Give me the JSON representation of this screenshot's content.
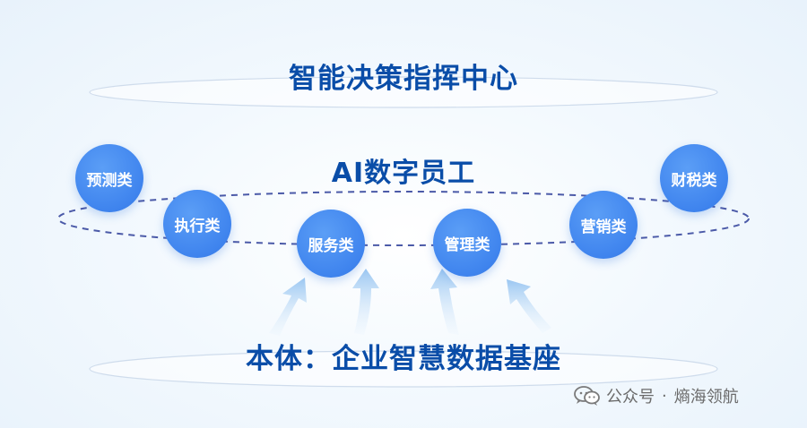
{
  "titles": {
    "top": "智能决策指挥中心",
    "middle": "AI数字员工",
    "bottom": "本体：企业智慧数据基座"
  },
  "nodes": [
    {
      "label": "预测类"
    },
    {
      "label": "执行类"
    },
    {
      "label": "服务类"
    },
    {
      "label": "管理类"
    },
    {
      "label": "营销类"
    },
    {
      "label": "财税类"
    }
  ],
  "watermark": {
    "prefix": "公众号",
    "separator": "·",
    "name": "熵海领航",
    "icon": "wechat-icon"
  },
  "colors": {
    "title": "#0a4da8",
    "node": "#3f84ee",
    "orbit": "#4b5aa8",
    "arrow": "#a9d0f5"
  }
}
